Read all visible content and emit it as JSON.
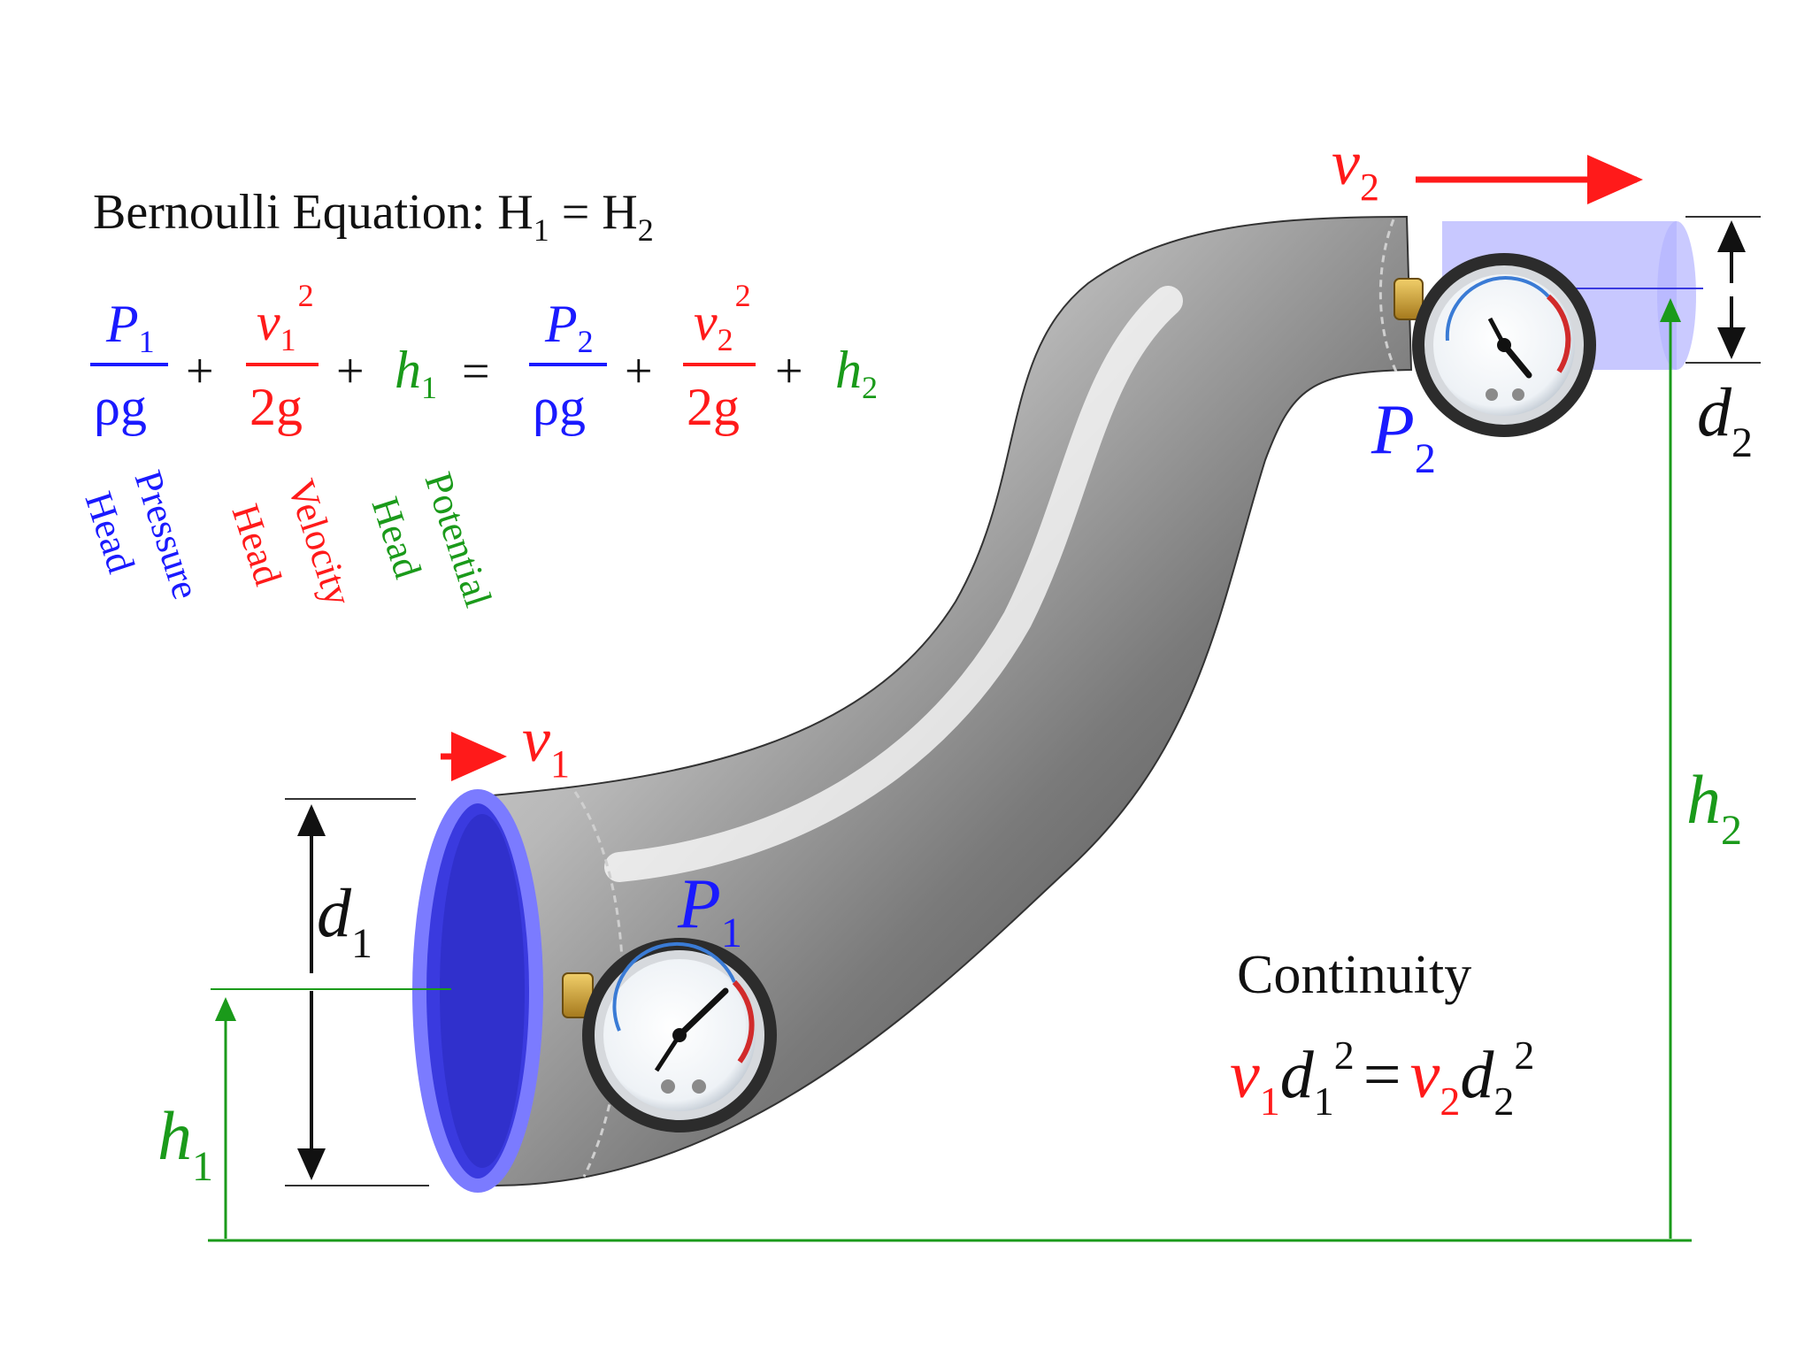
{
  "title": {
    "prefix": "Bernoulli Equation: H",
    "sub1": "1",
    "eq": " = H",
    "sub2": "2"
  },
  "equation": {
    "pressure_symbol": "P",
    "velocity_symbol": "v",
    "height_symbol": "h",
    "pressure_den": "ρg",
    "velocity_den": "2g",
    "exponent": "2",
    "index1": "1",
    "index2": "2",
    "plus": "+",
    "equals": "="
  },
  "head_labels": {
    "pressure_line1": "Pressure",
    "pressure_line2": "Head",
    "velocity_line1": "Velocity",
    "velocity_line2": "Head",
    "potential_line1": "Potential",
    "potential_line2": "Head"
  },
  "pipe_labels": {
    "v1_sym": "v",
    "v1_sub": "1",
    "v2_sym": "v",
    "v2_sub": "2",
    "p1_sym": "P",
    "p1_sub": "1",
    "p2_sym": "P",
    "p2_sub": "2",
    "d1_sym": "d",
    "d1_sub": "1",
    "d2_sym": "d",
    "d2_sub": "2",
    "h1_sym": "h",
    "h1_sub": "1",
    "h2_sym": "h",
    "h2_sub": "2"
  },
  "continuity": {
    "title": "Continuity",
    "v": "v",
    "d": "d",
    "exp": "2",
    "eq": "=",
    "i1": "1",
    "i2": "2"
  },
  "colors": {
    "pressure": "#1a1aff",
    "velocity": "#ff1a1a",
    "potential": "#1a9a1a",
    "text": "#111111",
    "pipe_end": "#7b7bff"
  }
}
